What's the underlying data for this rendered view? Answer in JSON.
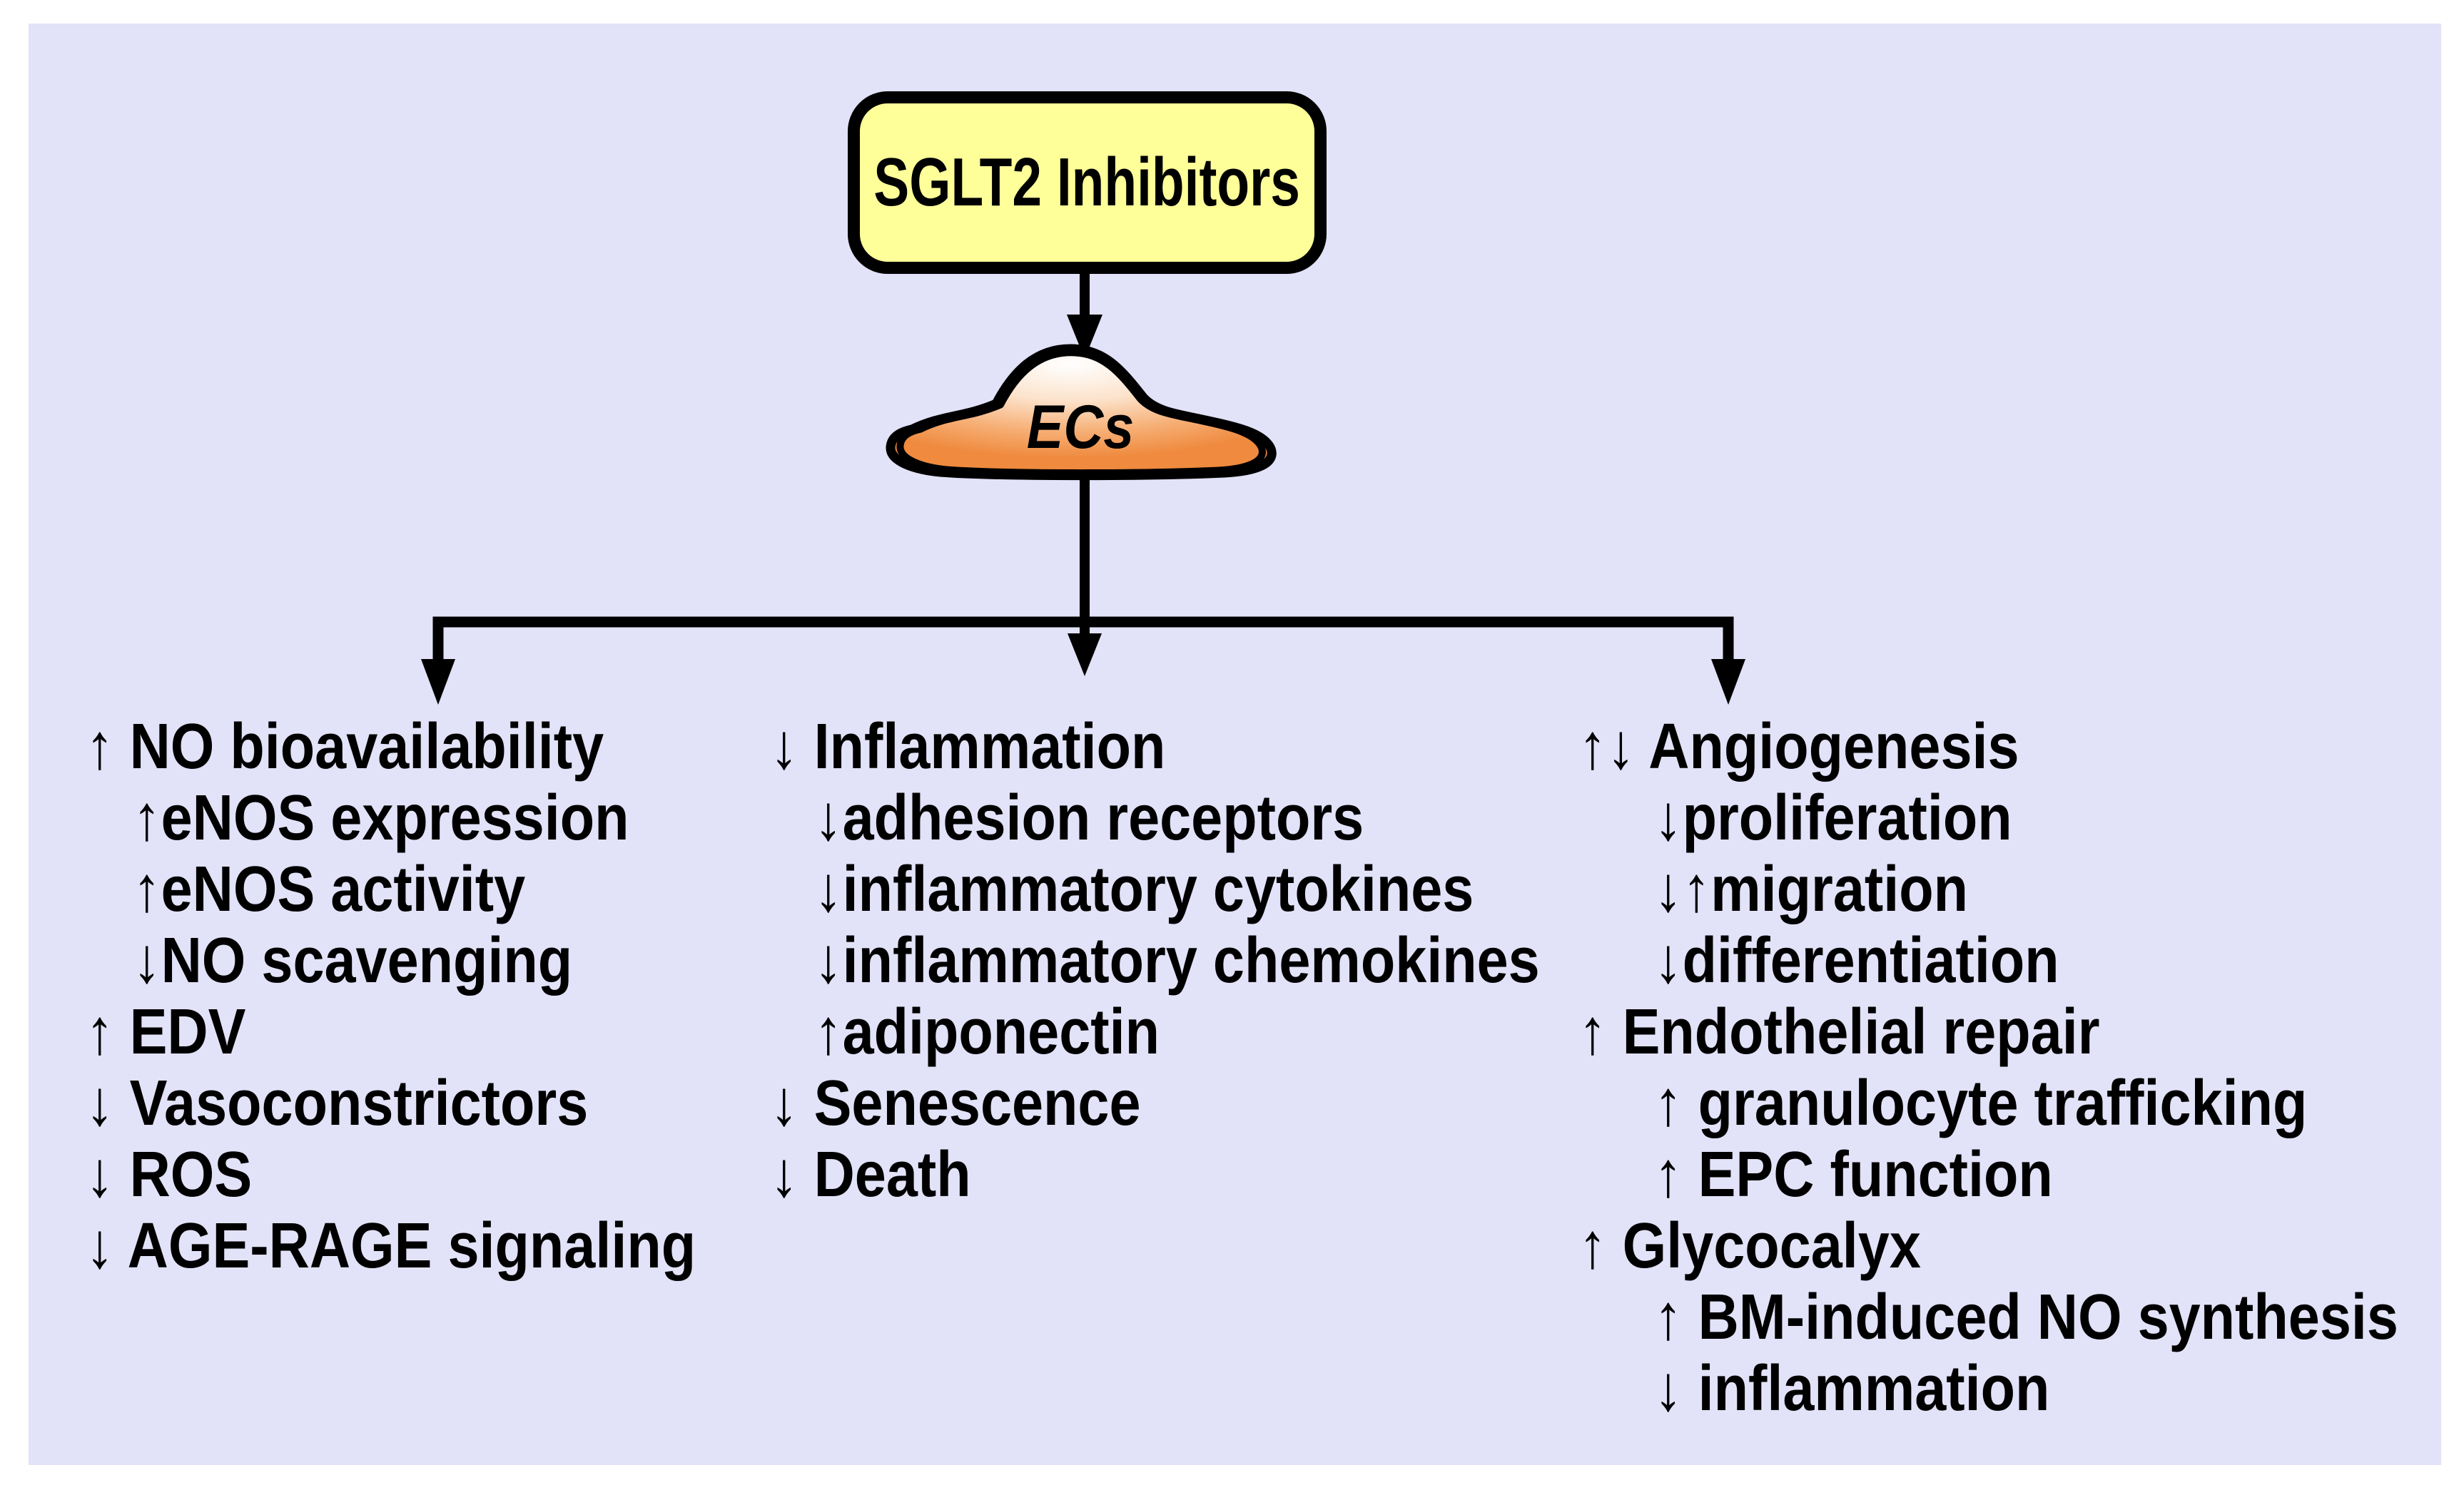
{
  "palette": {
    "page_bg": "#FFFFFF",
    "panel_bg": "#E2E2F8",
    "text_color": "#000000",
    "line_color": "#000000",
    "box_fill": "#FFFF99",
    "box_border": "#000000",
    "cell_grad_center": "#FFFFFF",
    "cell_grad_light": "#FCE3CC",
    "cell_grad_mid": "#F6AE74",
    "cell_grad_edge": "#EF8A3E"
  },
  "header": {
    "title": "SGLT2 Inhibitors"
  },
  "cell": {
    "label": "ECs"
  },
  "structure": {
    "root": "SGLT2 Inhibitors",
    "node": "ECs",
    "branch_count": 3
  },
  "columns": [
    {
      "name": "vasomotor-effects",
      "items": [
        {
          "text": "↑ NO bioavailability",
          "indent": false
        },
        {
          "text": "↑eNOS expression",
          "indent": true
        },
        {
          "text": "↑eNOS activity",
          "indent": true
        },
        {
          "text": "↓NO scavenging",
          "indent": true
        },
        {
          "text": "↑ EDV",
          "indent": false
        },
        {
          "text": "↓ Vasoconstrictors",
          "indent": false
        },
        {
          "text": "↓ ROS",
          "indent": false
        },
        {
          "text": "↓ AGE-RAGE signaling",
          "indent": false
        }
      ]
    },
    {
      "name": "inflammation-effects",
      "items": [
        {
          "text": "↓ Inflammation",
          "indent": false
        },
        {
          "text": "↓adhesion receptors",
          "indent": true
        },
        {
          "text": "↓inflammatory cytokines",
          "indent": true
        },
        {
          "text": "↓inflammatory chemokines",
          "indent": true
        },
        {
          "text": "↑adiponectin",
          "indent": true
        },
        {
          "text": "↓ Senescence",
          "indent": false
        },
        {
          "text": "↓ Death",
          "indent": false
        }
      ]
    },
    {
      "name": "angiogenesis-repair-effects",
      "items": [
        {
          "text": "↑↓ Angiogenesis",
          "indent": false
        },
        {
          "text": "↓proliferation",
          "indent": true
        },
        {
          "text": "↓↑migration",
          "indent": true
        },
        {
          "text": "↓differentiation",
          "indent": true
        },
        {
          "text": "↑ Endothelial repair",
          "indent": false
        },
        {
          "text": "↑ granulocyte trafficking",
          "indent": true
        },
        {
          "text": "↑ EPC function",
          "indent": true
        },
        {
          "text": "↑ Glycocalyx",
          "indent": false
        },
        {
          "text": "↑ BM-induced NO synthesis",
          "indent": true
        },
        {
          "text": "↓ inflammation",
          "indent": true
        }
      ]
    }
  ]
}
